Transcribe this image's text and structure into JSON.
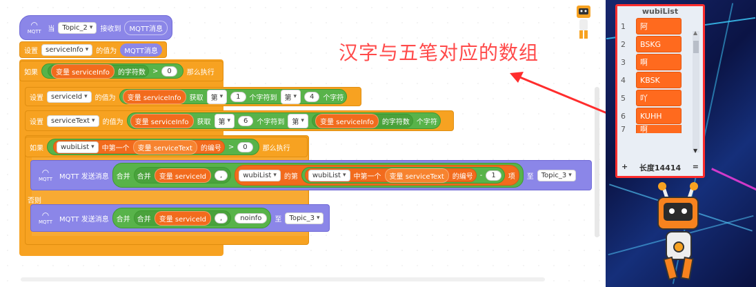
{
  "annotation": "汉字与五笔对应的数组",
  "blocks": {
    "hat": {
      "when": "当",
      "topic": "Topic_2",
      "received": "接收到",
      "msg": "MQTT消息",
      "mqtt_label": "MQTT"
    },
    "set1": {
      "set": "设置",
      "var": "serviceInfo",
      "value_of": "的值为",
      "reporter": "MQTT消息"
    },
    "if1": {
      "if": "如果",
      "var_reporter": "变量 serviceInfo",
      "char_count": "的字符数",
      "op": ">",
      "num": "0",
      "then": "那么执行"
    },
    "set2": {
      "set": "设置",
      "var": "serviceId",
      "value_of": "的值为",
      "var_reporter": "变量 serviceInfo",
      "get": "获取",
      "nth1": "第",
      "n1": "1",
      "char_to": "个字符到",
      "nth2": "第",
      "n2": "4",
      "char": "个字符"
    },
    "set3": {
      "set": "设置",
      "var": "serviceText",
      "value_of": "的值为",
      "var_reporter": "变量 serviceInfo",
      "get": "获取",
      "nth1": "第",
      "n1": "6",
      "char_to": "个字符到",
      "nth2": "第",
      "var_reporter2": "变量 serviceInfo",
      "char_count": "的字符数",
      "char": "个字符"
    },
    "if2": {
      "if": "如果",
      "list": "wubiList",
      "first_in": "中第一个",
      "var_reporter": "变量 serviceText",
      "index": "的编号",
      "op": ">",
      "num": "0",
      "then": "那么执行"
    },
    "send1": {
      "mqtt_label": "MQTT",
      "send": "MQTT 发送消息",
      "join": "合并",
      "join2": "合并",
      "var_reporter": "变量 serviceId",
      "comma": ",",
      "list": "wubiList",
      "item_of": "的第",
      "list2": "wubiList",
      "first_in": "中第一个",
      "var_reporter2": "变量 serviceText",
      "index": "的编号",
      "minus": "-",
      "n": "1",
      "item": "项",
      "to": "至",
      "topic": "Topic_3"
    },
    "else": {
      "label": "否则"
    },
    "send2": {
      "mqtt_label": "MQTT",
      "send": "MQTT 发送消息",
      "join": "合并",
      "join2": "合并",
      "var_reporter": "变量 serviceId",
      "comma": ",",
      "text": "noinfo",
      "to": "至",
      "topic": "Topic_3"
    }
  },
  "list_monitor": {
    "title": "wubiList",
    "items": [
      {
        "index": "1",
        "value": "阿"
      },
      {
        "index": "2",
        "value": "BSKG"
      },
      {
        "index": "3",
        "value": "啊"
      },
      {
        "index": "4",
        "value": "KBSK"
      },
      {
        "index": "5",
        "value": "吖"
      },
      {
        "index": "6",
        "value": "KUHH"
      },
      {
        "index": "7",
        "value": "啊"
      }
    ],
    "add": "+",
    "length_label": "长度14414",
    "resize": "="
  },
  "colors": {
    "annotation": "#ff4a4a",
    "list_border": "#ff2d2d",
    "list_item": "#ff6a1e"
  }
}
